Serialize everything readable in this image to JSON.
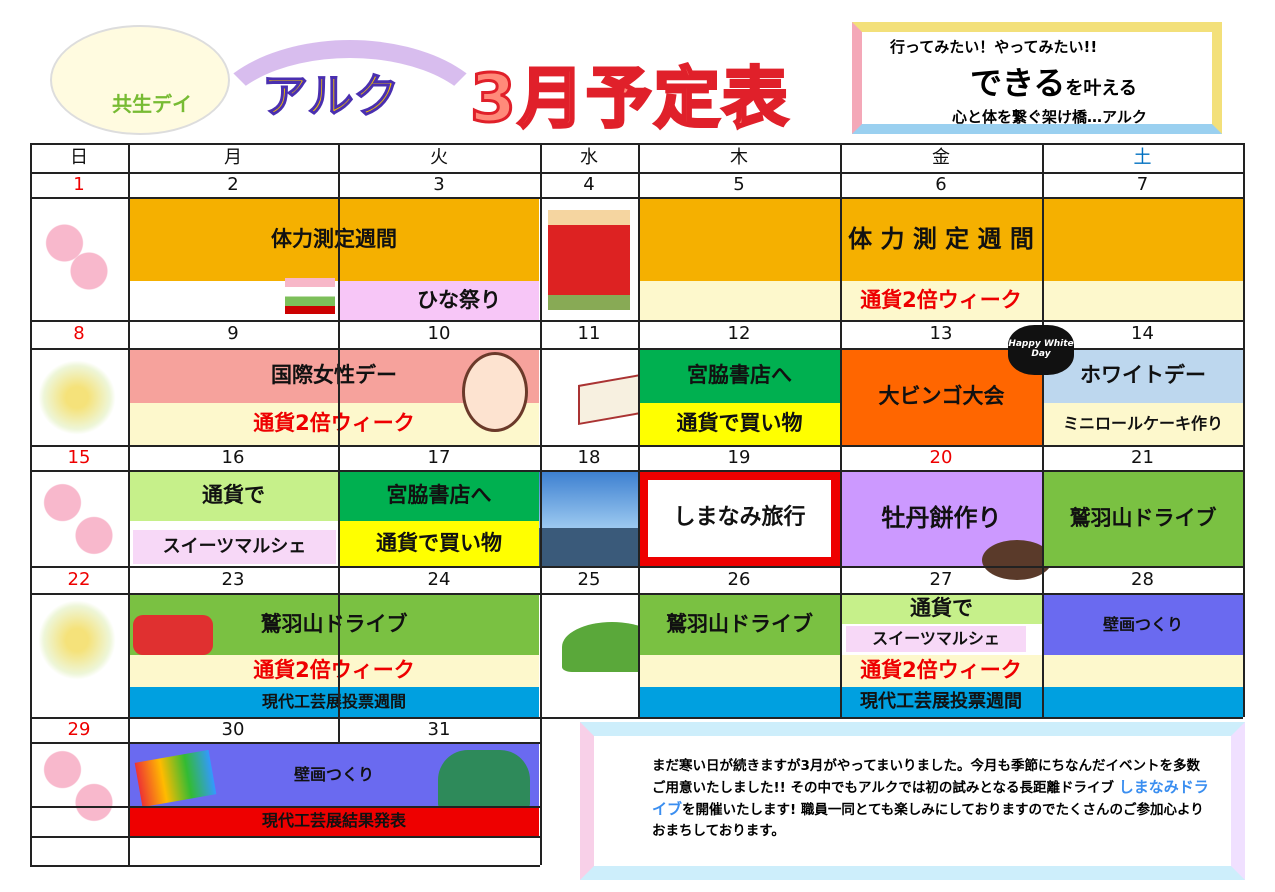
{
  "header": {
    "subtitle": "共生デイ",
    "brand": "アルク",
    "title": "3月予定表",
    "slogan": {
      "line1": "行ってみたい！やってみたい!!",
      "big": "できる",
      "big_suffix": "を叶える",
      "line3": "心と体を繋ぐ架け橋…アルク"
    }
  },
  "weekdays": [
    "日",
    "月",
    "火",
    "水",
    "木",
    "金",
    "土"
  ],
  "weeks": [
    {
      "dates": [
        "1",
        "2",
        "3",
        "4",
        "5",
        "6",
        "7"
      ]
    },
    {
      "dates": [
        "8",
        "9",
        "10",
        "11",
        "12",
        "13",
        "14"
      ]
    },
    {
      "dates": [
        "15",
        "16",
        "17",
        "18",
        "19",
        "20",
        "21"
      ]
    },
    {
      "dates": [
        "22",
        "23",
        "24",
        "25",
        "26",
        "27",
        "28"
      ]
    },
    {
      "dates": [
        "29",
        "30",
        "31"
      ]
    }
  ],
  "events": {
    "w1_montue": "体力測定週間",
    "w1_tue": "ひな祭り",
    "w1_thusat": "体 力 測 定 週 間",
    "w1_thusat_sub": "通貨2倍ウィーク",
    "w2_montue": "国際女性デー",
    "w2_montue_sub": "通貨2倍ウィーク",
    "w2_thu": "宮脇書店へ",
    "w2_thu_sub": "通貨で買い物",
    "w2_fri": "大ビンゴ大会",
    "w2_sat": "ホワイトデー",
    "w2_sat_sub": "ミニロールケーキ作り",
    "w2_badge": "Happy White Day",
    "w3_mon": "通貨で",
    "w3_mon_sub": "スイーツマルシェ",
    "w3_tue": "宮脇書店へ",
    "w3_tue_sub": "通貨で買い物",
    "w3_thu": "しまなみ旅行",
    "w3_fri": "牡丹餅作り",
    "w3_sat": "鷲羽山ドライブ",
    "w4_montue": "鷲羽山ドライブ",
    "w4_montue_sub": "通貨2倍ウィーク",
    "w4_montue_sub2": "現代工芸展投票週間",
    "w4_thu": "鷲羽山ドライブ",
    "w4_fri": "通貨で",
    "w4_fri_sub": "スイーツマルシェ",
    "w4_sat": "壁画つくり",
    "w4_thusat_sub": "通貨2倍ウィーク",
    "w4_thusat_sub2": "現代工芸展投票週間",
    "w5_montue": "壁画つくり",
    "w5_montue_sub": "現代工芸展結果発表"
  },
  "message": {
    "part1": "まだ寒い日が続きますが3月がやってまいりました。今月も季節にちなんだイベントを多数ご用意いたしました!! その中でもアルクでは初の試みとなる長距離ドライブ ",
    "highlight": "しまなみドライブ",
    "part2": "を開催いたします! 職員一同とても楽しみにしておりますのでたくさんのご参加心よりおまちしております。"
  },
  "colors": {
    "orange": "#f5b000",
    "pink": "#f7c6f7",
    "salmon": "#f6a29c",
    "cream": "#fdf8cc",
    "green": "#00b050",
    "yellow": "#ffff00",
    "darkorange": "#ff6600",
    "lightblue": "#bdd7ee",
    "lightgreen": "#c6f08a",
    "purple": "#cc99ff",
    "olive": "#7ac142",
    "blue": "#00a0e0",
    "indigo": "#6a6af0",
    "red": "#ee0000"
  }
}
